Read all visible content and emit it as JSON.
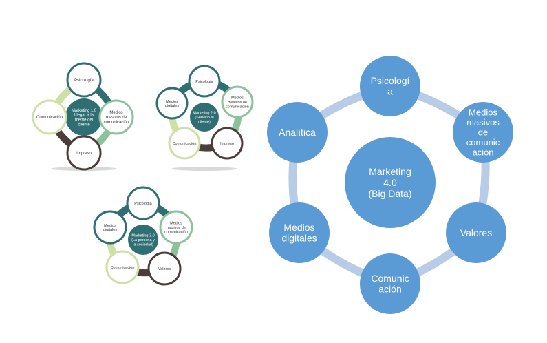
{
  "diagram_1": {
    "center": "Marketing 1.0\nLlegar a la\nmente del\ncliente",
    "nodes": [
      "Psicología",
      "Medios\nmasivos de\ncomunicación",
      "Impreso",
      "Comunicación"
    ]
  },
  "diagram_2": {
    "center": "Marketing 2.0\n(Servicio al\ncliente)",
    "nodes": [
      "Psicología",
      "Medios\nmasivos de\ncomunicación",
      "Impreso",
      "Comunicación",
      "Medios\ndigitales"
    ]
  },
  "diagram_3": {
    "center": "Marketing 3.0\n(La persona y\nla sociedad)",
    "nodes": [
      "Psicología",
      "Medios\nmasivos de\ncomunicación",
      "Valores",
      "Comunicación",
      "Medios\ndigitales"
    ]
  },
  "diagram_4": {
    "center": "Marketing\n4.0\n(Big Data)",
    "nodes": [
      "Psicologí\na",
      "Medios\nmasivos\nde\ncomunic\nación",
      "Valores",
      "Comunic\nación",
      "Medios\ndigitales",
      "Analítica"
    ]
  },
  "colors": {
    "teal": "#2f6f73",
    "green": "#8cc29a",
    "brown": "#4a3d3b",
    "lime": "#cfe0a6",
    "big_blue": "#5b9bd5",
    "ring": "#b8cce8"
  }
}
